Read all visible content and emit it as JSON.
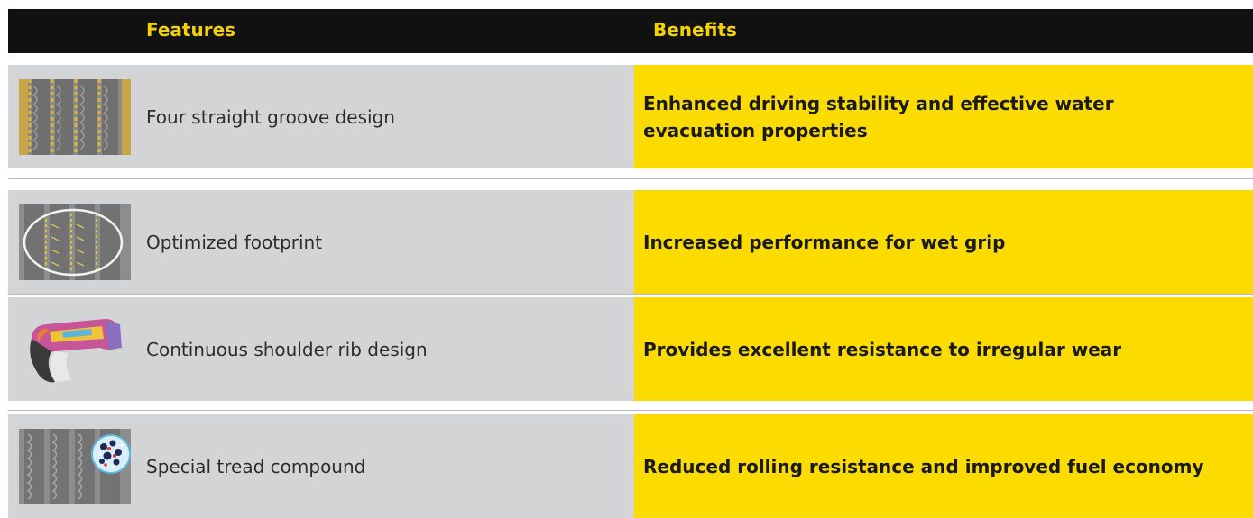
{
  "header": {
    "features_label": "Features",
    "benefits_label": "Benefits"
  },
  "colors": {
    "header_bg": "#111111",
    "header_text": "#f5d100",
    "feature_bg": "#d3d4d6",
    "benefit_bg": "#fcdb00"
  },
  "rows": [
    {
      "icon": "straight-groove-tread-icon",
      "feature": "Four straight groove design",
      "benefit": "Enhanced driving stability and effective water evacuation properties"
    },
    {
      "icon": "footprint-tread-icon",
      "feature": "Optimized footprint",
      "benefit": "Increased performance for  wet grip"
    },
    {
      "icon": "shoulder-rib-cross-section-icon",
      "feature": "Continuous shoulder rib design",
      "benefit": "Provides excellent resistance to irregular wear"
    },
    {
      "icon": "tread-compound-molecule-icon",
      "feature": "Special tread compound",
      "benefit": "Reduced rolling resistance and improved fuel economy"
    }
  ]
}
